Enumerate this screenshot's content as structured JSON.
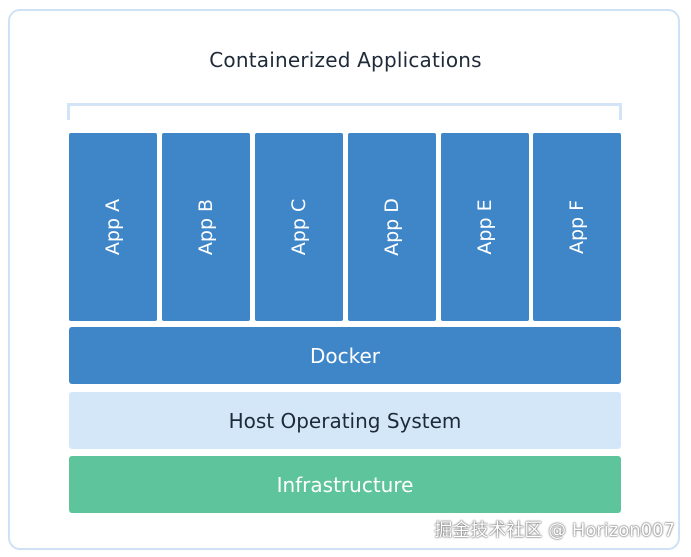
{
  "diagram": {
    "title": "Containerized Applications",
    "apps": [
      "App A",
      "App B",
      "App C",
      "App D",
      "App E",
      "App F"
    ],
    "layers": {
      "docker": "Docker",
      "host": "Host Operating System",
      "infrastructure": "Infrastructure"
    },
    "colors": {
      "app_blue": "#3f86c9",
      "docker_blue": "#3f86c9",
      "host_light_blue": "#d4e7f8",
      "infrastructure_green": "#5ec49b"
    }
  },
  "watermark": "掘金技术社区 @ Horizon007"
}
